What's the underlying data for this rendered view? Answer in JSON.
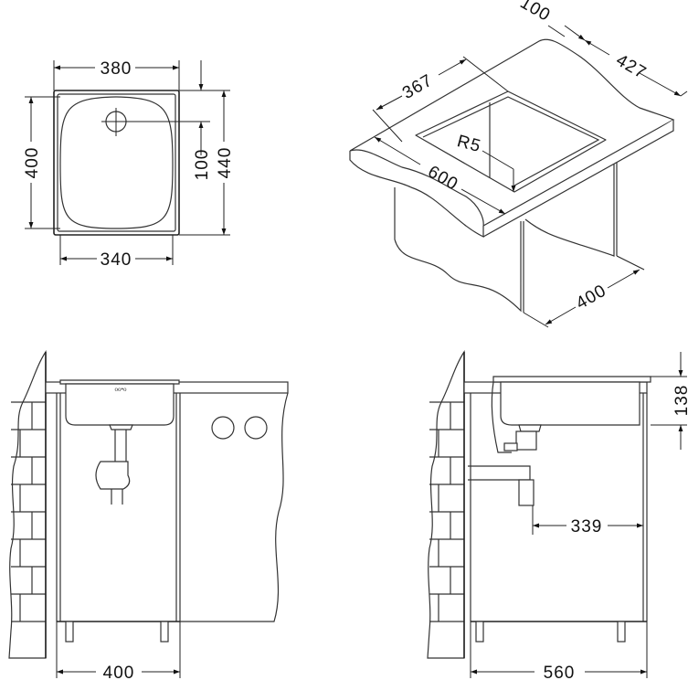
{
  "top_view": {
    "width_outer": "380",
    "width_inner": "340",
    "depth_inner": "400",
    "drain_offset": "100",
    "depth_outer": "440"
  },
  "iso_view": {
    "rear_offset": "100",
    "bowl_width": "367",
    "bowl_depth": "427",
    "corner_radius": "R5",
    "worktop_depth": "600",
    "cabinet_width": "400"
  },
  "front_view": {
    "cabinet_width": "400"
  },
  "side_view": {
    "sink_height": "138",
    "drain_distance": "339",
    "cabinet_depth": "560"
  }
}
